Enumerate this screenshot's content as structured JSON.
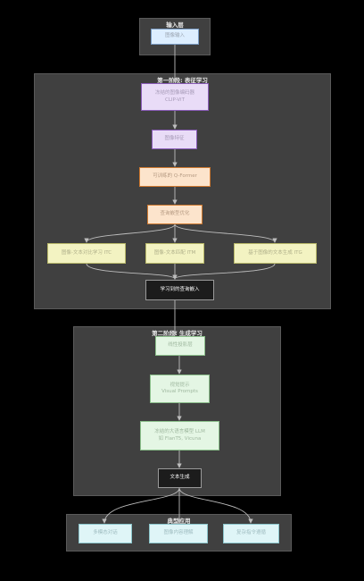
{
  "clusters": {
    "input": "输入层",
    "stage1": "第一阶段: 表征学习",
    "stage2": "第二阶段: 生成学习",
    "apps": "典型应用"
  },
  "nodes": {
    "image_input": "图像输入",
    "image_encoder": [
      "冻结的图像编码器",
      "CLIP-ViT"
    ],
    "image_features": "图像特征",
    "qformer": "可训练的 Q-Former",
    "query_optimization": "查询嵌型优化",
    "itc": "图像-文本对比学习 ITC",
    "itm": "图像-文本匹配 ITM",
    "itg": "基于图像的文本生成 ITG",
    "learned_queries": "学习到的查询嵌入",
    "linear_projection": "线性投影层",
    "visual_prompts": [
      "视觉提示",
      "Visual Prompts"
    ],
    "llm": [
      "冻结的大语言模型 LLM",
      "如 FlanT5, Vicuna"
    ],
    "text_generation": "文本生成",
    "app1": "多模态对话",
    "app2": "图像内容理解",
    "app3": "复杂指令遵循"
  },
  "colors": {
    "background": "#000000",
    "cluster_fill": "#404040",
    "edge": "#bdbdbd",
    "input_fill": "#ddeeff",
    "frozen_fill": "#e9dcf7",
    "trainable_fill": "#fce4cc",
    "task_fill": "#f3f3c2",
    "stage2_fill": "#e4f6e4",
    "app_fill": "#dff5f7",
    "output_fill": "#1c1c1c"
  }
}
